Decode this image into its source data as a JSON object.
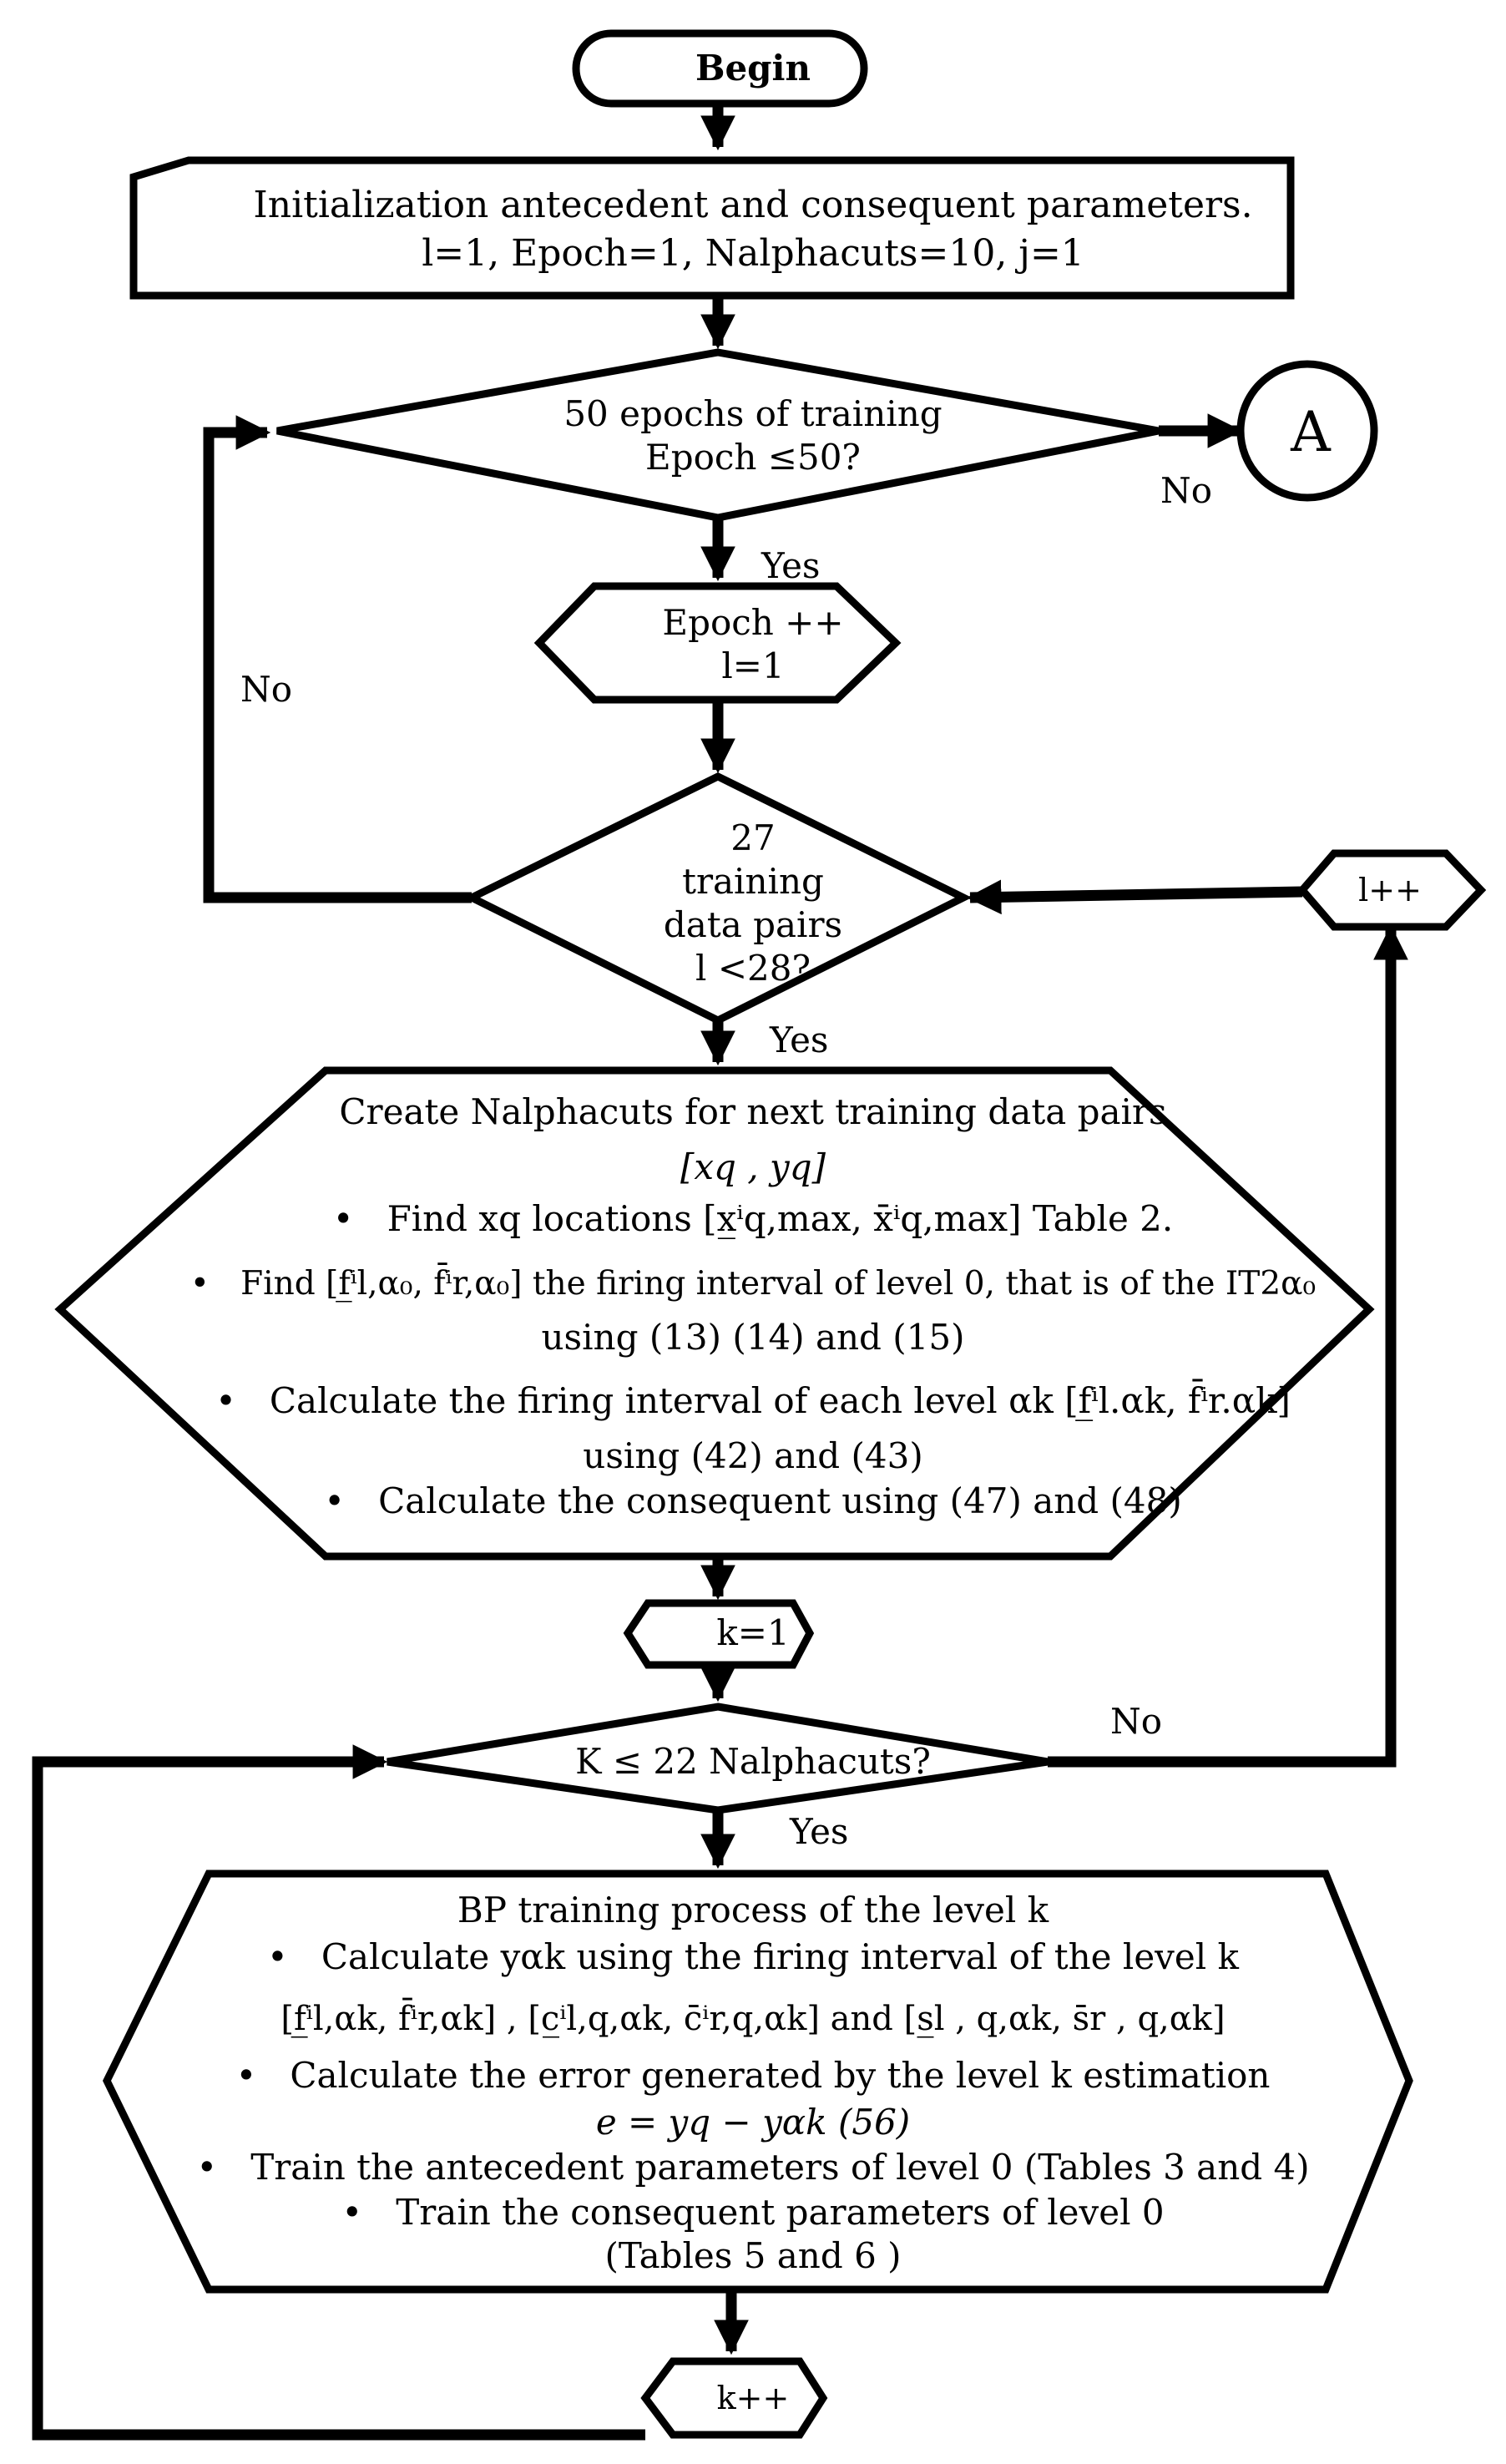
{
  "begin": "Begin",
  "init": {
    "line1": "Initialization antecedent and consequent parameters.",
    "line2": "l=1, Epoch=1,  Nalphacuts=10,  j=1"
  },
  "decision_epochs": {
    "line1": "50 epochs of training",
    "line2": "Epoch ≤50?"
  },
  "connector_a": "A",
  "epoch_inc": {
    "line1": "Epoch ++",
    "line2": "l=1"
  },
  "decision_pairs": {
    "line1": "27",
    "line2": "training",
    "line3": "data pairs",
    "line4": "l <28?"
  },
  "l_inc": "l++",
  "create": {
    "line1": "Create Nalphacuts for next training data pairs",
    "line2": "[xq , yq]",
    "line3": "Find xq  locations [x̲ⁱq,max, x̄ⁱq,max] Table 2.",
    "line4": "Find [f̲ⁱl,α₀, f̄ⁱr,α₀] the firing interval of level 0, that is of the IT2α₀",
    "line5": "using (13) (14) and (15)",
    "line6": "Calculate the firing interval of each level αk [f̲ⁱl.αk, f̄ⁱr.αk]",
    "line7": "using (42) and (43)",
    "line8": "Calculate the consequent using (47) and (48)"
  },
  "k_init": "k=1",
  "decision_k": "K ≤ 22 Nalphacuts?",
  "bp": {
    "line1": "BP training process of the level k",
    "line2": "Calculate yαk using the firing interval of the level k",
    "line3": "[f̲ⁱl,αk, f̄ⁱr,αk] , [c̲ⁱl,q,αk, c̄ⁱr,q,αk] and [s̲l , q,αk, s̄r , q,αk]",
    "line4": "Calculate the error generated by the level k estimation",
    "line5": "e = yq − yαk (56)",
    "line6": "Train the antecedent parameters of level 0 (Tables 3 and 4)",
    "line7": "Train the consequent parameters of level 0",
    "line8": "(Tables 5 and 6 )"
  },
  "k_inc": "k++",
  "labels": {
    "yes": "Yes",
    "no": "No"
  }
}
